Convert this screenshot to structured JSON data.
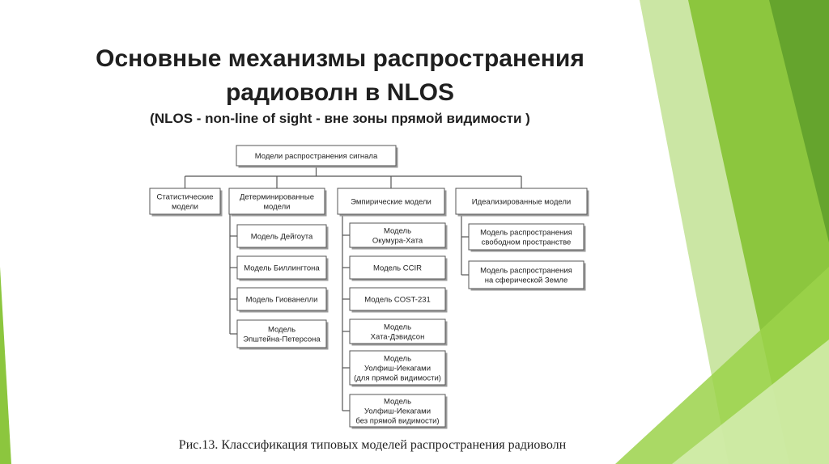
{
  "slide": {
    "title_line1": "Основные механизмы распространения",
    "title_line2": "радиоволн в NLOS",
    "subtitle": "(NLOS - non-line of sight - вне зоны прямой видимости )",
    "caption": "Рис.13. Классификация типовых моделей распространения радиоволн"
  },
  "colors": {
    "accent_green_light": "#c5e39a",
    "accent_green": "#8cc63e",
    "accent_green_dark": "#5e9e2a",
    "box_border": "#555555"
  },
  "diagram": {
    "root": {
      "id": "root",
      "lines": [
        "Модели распространения сигнала"
      ]
    },
    "categories": [
      {
        "id": "cat-statistical",
        "lines": [
          "Статистические",
          "модели"
        ],
        "children": []
      },
      {
        "id": "cat-deterministic",
        "lines": [
          "Детерминированные",
          "модели"
        ],
        "children": [
          {
            "id": "m-deygout",
            "lines": [
              "Модель Дейгоута"
            ]
          },
          {
            "id": "m-bullington",
            "lines": [
              "Модель Биллингтона"
            ]
          },
          {
            "id": "m-giovanelli",
            "lines": [
              "Модель Гиованелли"
            ]
          },
          {
            "id": "m-epstein",
            "lines": [
              "Модель",
              "Эпштейна-Петерсона"
            ]
          }
        ]
      },
      {
        "id": "cat-empirical",
        "lines": [
          "Эмпирические модели"
        ],
        "children": [
          {
            "id": "m-okumura",
            "lines": [
              "Модель",
              "Окумура-Хата"
            ]
          },
          {
            "id": "m-ccir",
            "lines": [
              "Модель CCIR"
            ]
          },
          {
            "id": "m-cost231",
            "lines": [
              "Модель COST-231"
            ]
          },
          {
            "id": "m-hata-davidson",
            "lines": [
              "Модель",
              "Хата-Дэвидсон"
            ]
          },
          {
            "id": "m-walfish-los",
            "lines": [
              "Модель",
              "Уолфиш-Иекагами",
              "(для прямой видимости)"
            ]
          },
          {
            "id": "m-walfish-nlos",
            "lines": [
              "Модель",
              "Уолфиш-Иекагами",
              "без прямой видимости)"
            ]
          }
        ]
      },
      {
        "id": "cat-idealized",
        "lines": [
          "Идеализированные модели"
        ],
        "children": [
          {
            "id": "m-freespace",
            "lines": [
              "Модель распространения",
              "свободном пространстве"
            ]
          },
          {
            "id": "m-spherical",
            "lines": [
              "Модель распространения",
              "на сферической Земле"
            ]
          }
        ]
      }
    ]
  }
}
